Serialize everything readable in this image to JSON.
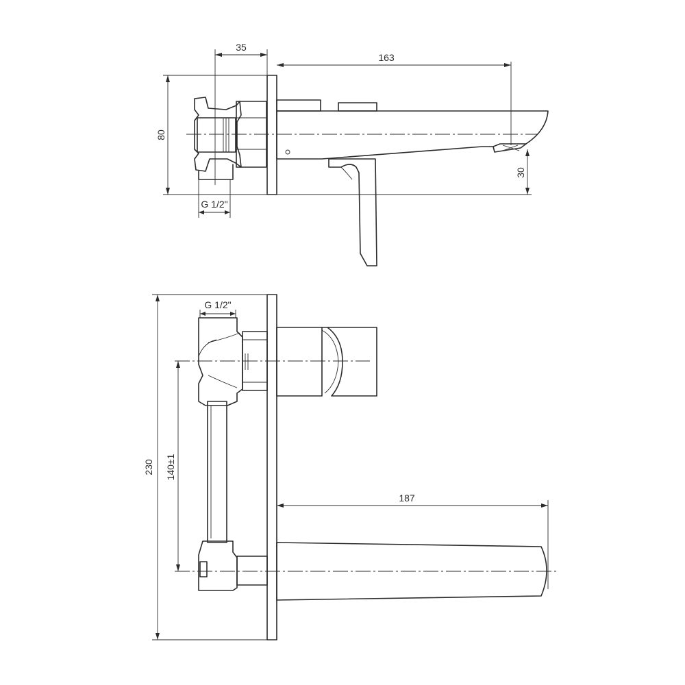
{
  "top_view": {
    "dimensions": {
      "width_35": "35",
      "width_163": "163",
      "height_80": "80",
      "height_30": "30",
      "thread": "G 1/2\""
    }
  },
  "front_view": {
    "dimensions": {
      "thread": "G 1/2\"",
      "height_230": "230",
      "height_140": "140±1",
      "width_187": "187"
    }
  }
}
